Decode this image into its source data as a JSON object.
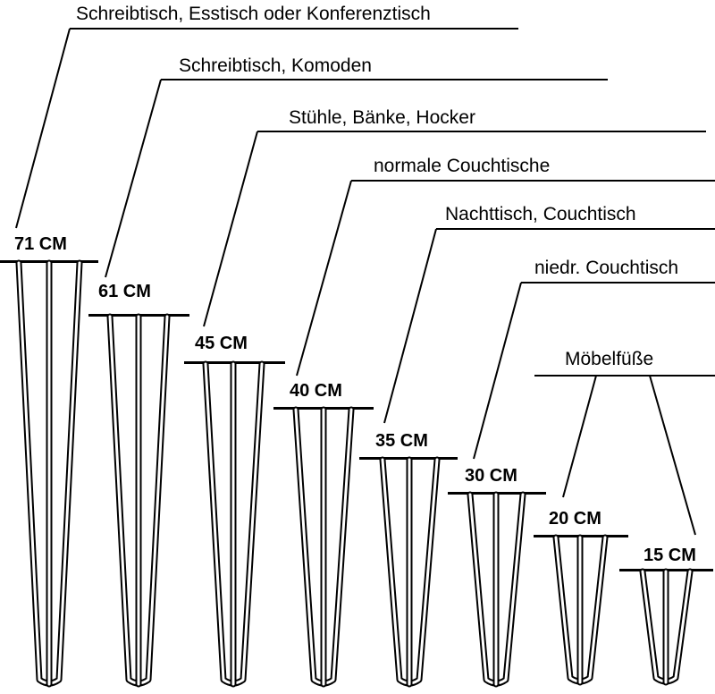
{
  "colors": {
    "background": "#ffffff",
    "ink": "#000000"
  },
  "legs": [
    {
      "id": "71",
      "label": "71 CM"
    },
    {
      "id": "61",
      "label": "61 CM"
    },
    {
      "id": "45",
      "label": "45 CM"
    },
    {
      "id": "40",
      "label": "40 CM"
    },
    {
      "id": "35",
      "label": "35 CM"
    },
    {
      "id": "30",
      "label": "30 CM"
    },
    {
      "id": "20",
      "label": "20 CM"
    },
    {
      "id": "15",
      "label": "15 CM"
    }
  ],
  "categories": [
    {
      "label": "Schreibtisch, Esstisch oder Konferenztisch",
      "applies_to": [
        "71 CM"
      ]
    },
    {
      "label": "Schreibtisch, Komoden",
      "applies_to": [
        "61 CM"
      ]
    },
    {
      "label": "Stühle, Bänke, Hocker",
      "applies_to": [
        "45 CM"
      ]
    },
    {
      "label": "normale Couchtische",
      "applies_to": [
        "40 CM"
      ]
    },
    {
      "label": "Nachttisch, Couchtisch",
      "applies_to": [
        "35 CM"
      ]
    },
    {
      "label": "niedr. Couchtisch",
      "applies_to": [
        "30 CM"
      ]
    },
    {
      "label": "Möbelfüße",
      "applies_to": [
        "20 CM",
        "15 CM"
      ]
    }
  ]
}
